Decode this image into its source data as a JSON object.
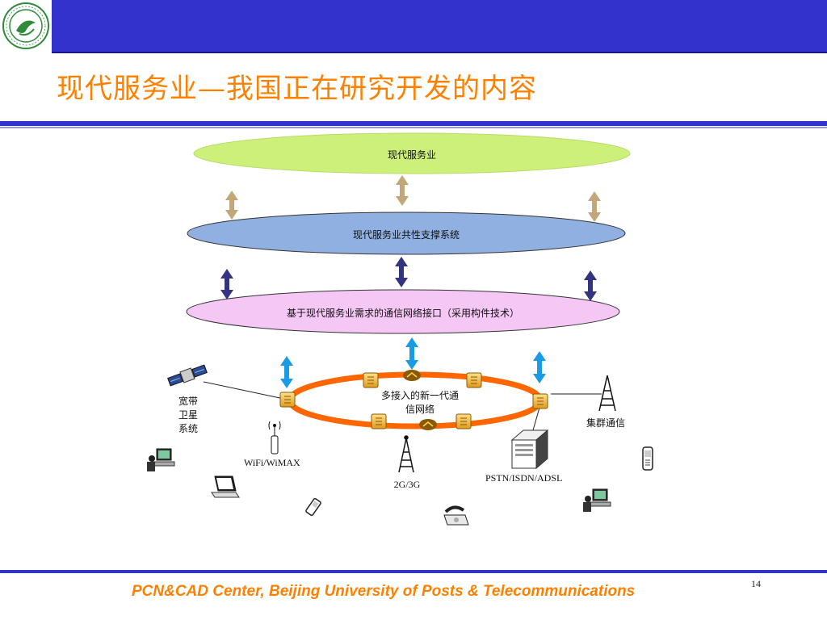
{
  "title": "现代服务业—我国正在研究开发的内容",
  "footer": "PCN&CAD Center, Beijing University of Posts & Telecommunications",
  "page_number": "14",
  "colors": {
    "band": "#3333cc",
    "title": "#ff8000",
    "layer1": "#ccf07a",
    "layer2": "#8fb0e0",
    "layer3": "#f5c7f5",
    "ring": "#ff6600",
    "arrow_tan": "#c2a878",
    "arrow_navy": "#333380",
    "arrow_cyan": "#1a9be6"
  },
  "layers": {
    "top": "现代服务业",
    "middle": "现代服务业共性支撑系统",
    "bottom": "基于现代服务业需求的通信网络接口（采用构件技术）"
  },
  "network": {
    "ring_label_line1": "多接入的新一代通",
    "ring_label_line2": "信网络",
    "satellite_label": [
      "宽带",
      "卫星",
      "系统"
    ],
    "wifi": "WiFi/WiMAX",
    "cellular": "2G/3G",
    "fixed": "PSTN/ISDN/ADSL",
    "trunking": "集群通信"
  },
  "icons": [
    "university-logo-icon",
    "satellite-icon",
    "wifi-antenna-icon",
    "cell-tower-icon",
    "server-icon",
    "radio-tower-icon",
    "workstation-icon",
    "laptop-icon",
    "phone-icon",
    "telephone-icon",
    "mobile-phone-icon",
    "router-icon"
  ]
}
